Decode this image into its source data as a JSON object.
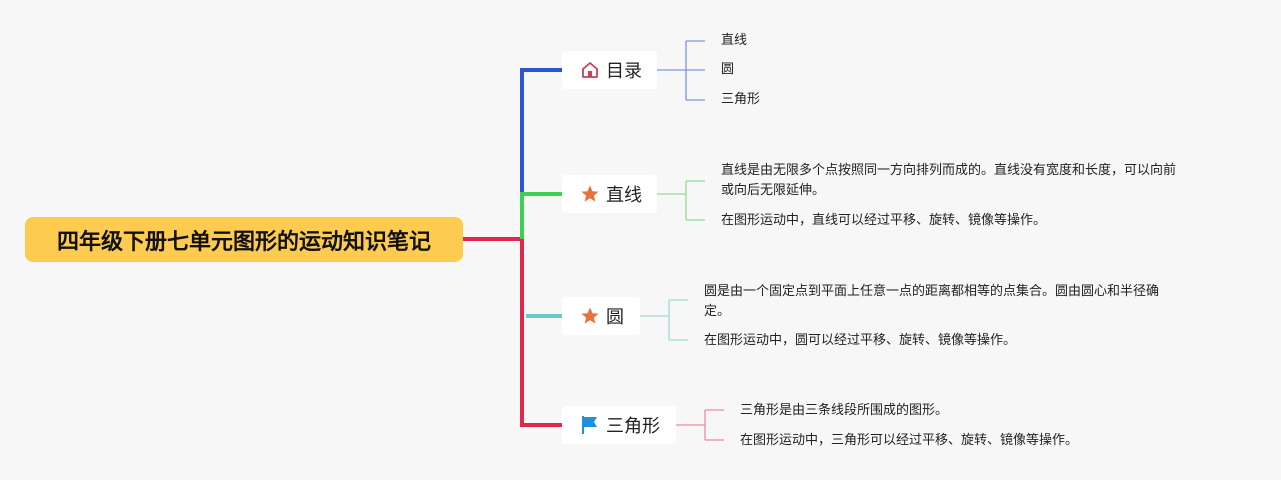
{
  "root": {
    "title": "四年级下册七单元图形的运动知识笔记"
  },
  "branches": [
    {
      "label": "目录",
      "icon": "home-icon",
      "color": "#2b57d6",
      "leaf_color": "#7f95e0",
      "leaves": [
        "直线",
        "圆",
        "三角形"
      ]
    },
    {
      "label": "直线",
      "icon": "star-icon",
      "color": "#3fcf52",
      "leaf_color": "#8edc98",
      "leaves": [
        {
          "lines": [
            "直线是由无限多个点按照同一方向排列而成的。直线没有宽度和长度，可以向前",
            "或向后无限延伸。"
          ]
        },
        {
          "lines": [
            "在图形运动中，直线可以经过平移、旋转、镜像等操作。"
          ]
        }
      ]
    },
    {
      "label": "圆",
      "icon": "star-icon",
      "color": "#6cc9c2",
      "leaf_color": "#9edbd6",
      "leaves": [
        {
          "lines": [
            "圆是由一个固定点到平面上任意一点的距离都相等的点集合。圆由圆心和半径确",
            "定。"
          ]
        },
        {
          "lines": [
            "在图形运动中，圆可以经过平移、旋转、镜像等操作。"
          ]
        }
      ]
    },
    {
      "label": "三角形",
      "icon": "flag-icon",
      "color": "#e0284a",
      "leaf_color": "#ee8a9c",
      "leaves": [
        {
          "lines": [
            "三角形是由三条线段所围成的图形。"
          ]
        },
        {
          "lines": [
            "在图形运动中，三角形可以经过平移、旋转、镜像等操作。"
          ]
        }
      ]
    }
  ],
  "colors": {
    "root_bg": "#fccb4f",
    "icon_star": "#e8703a",
    "icon_home": "#d23a5c",
    "icon_flag": "#1f8fe0"
  }
}
